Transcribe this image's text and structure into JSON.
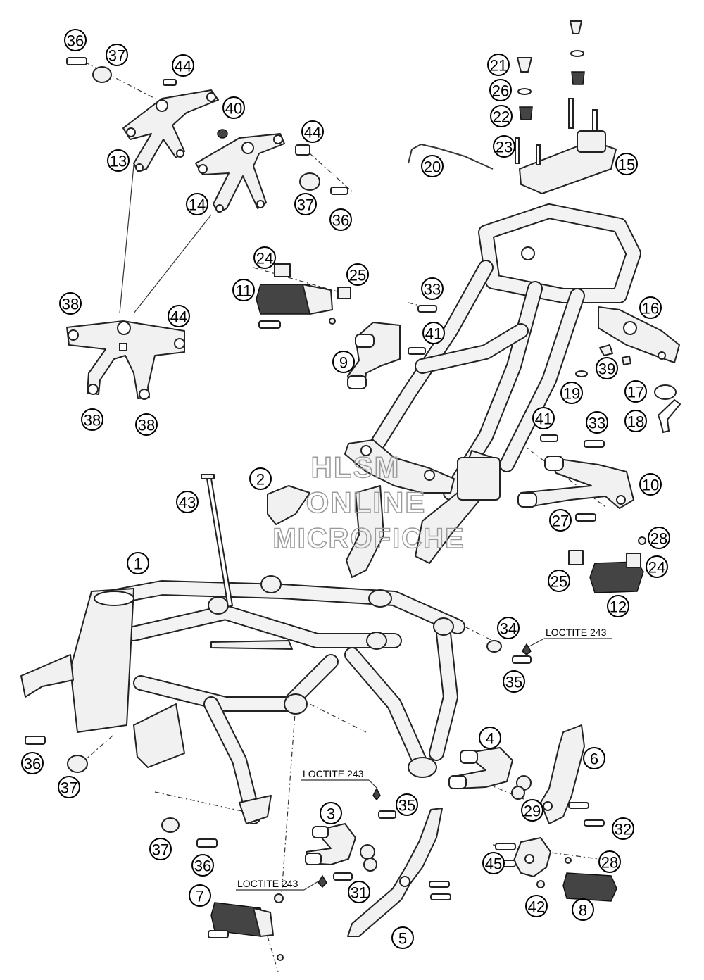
{
  "callouts": [
    {
      "n": "1"
    },
    {
      "n": "2"
    },
    {
      "n": "3"
    },
    {
      "n": "4"
    },
    {
      "n": "5"
    },
    {
      "n": "6"
    },
    {
      "n": "7"
    },
    {
      "n": "8"
    },
    {
      "n": "9"
    },
    {
      "n": "10"
    },
    {
      "n": "11"
    },
    {
      "n": "12"
    },
    {
      "n": "13"
    },
    {
      "n": "14"
    },
    {
      "n": "15"
    },
    {
      "n": "16"
    },
    {
      "n": "17"
    },
    {
      "n": "18"
    },
    {
      "n": "19"
    },
    {
      "n": "20"
    },
    {
      "n": "21"
    },
    {
      "n": "22"
    },
    {
      "n": "23"
    },
    {
      "n": "24"
    },
    {
      "n": "24"
    },
    {
      "n": "25"
    },
    {
      "n": "25"
    },
    {
      "n": "26"
    },
    {
      "n": "27"
    },
    {
      "n": "28"
    },
    {
      "n": "28"
    },
    {
      "n": "29"
    },
    {
      "n": "31"
    },
    {
      "n": "32"
    },
    {
      "n": "33"
    },
    {
      "n": "33"
    },
    {
      "n": "34"
    },
    {
      "n": "35"
    },
    {
      "n": "35"
    },
    {
      "n": "36"
    },
    {
      "n": "36"
    },
    {
      "n": "36"
    },
    {
      "n": "36"
    },
    {
      "n": "37"
    },
    {
      "n": "37"
    },
    {
      "n": "37"
    },
    {
      "n": "37"
    },
    {
      "n": "38"
    },
    {
      "n": "38"
    },
    {
      "n": "38"
    },
    {
      "n": "39"
    },
    {
      "n": "40"
    },
    {
      "n": "41"
    },
    {
      "n": "41"
    },
    {
      "n": "42"
    },
    {
      "n": "43"
    },
    {
      "n": "44"
    },
    {
      "n": "44"
    },
    {
      "n": "44"
    },
    {
      "n": "45"
    }
  ],
  "notes": {
    "loctite_1": "LOCTITE 243",
    "loctite_2": "LOCTITE 243",
    "loctite_3": "LOCTITE 243"
  },
  "watermark": {
    "line1": "HLSM",
    "line2": "ONLINE",
    "line3": "MICROFICHE"
  }
}
